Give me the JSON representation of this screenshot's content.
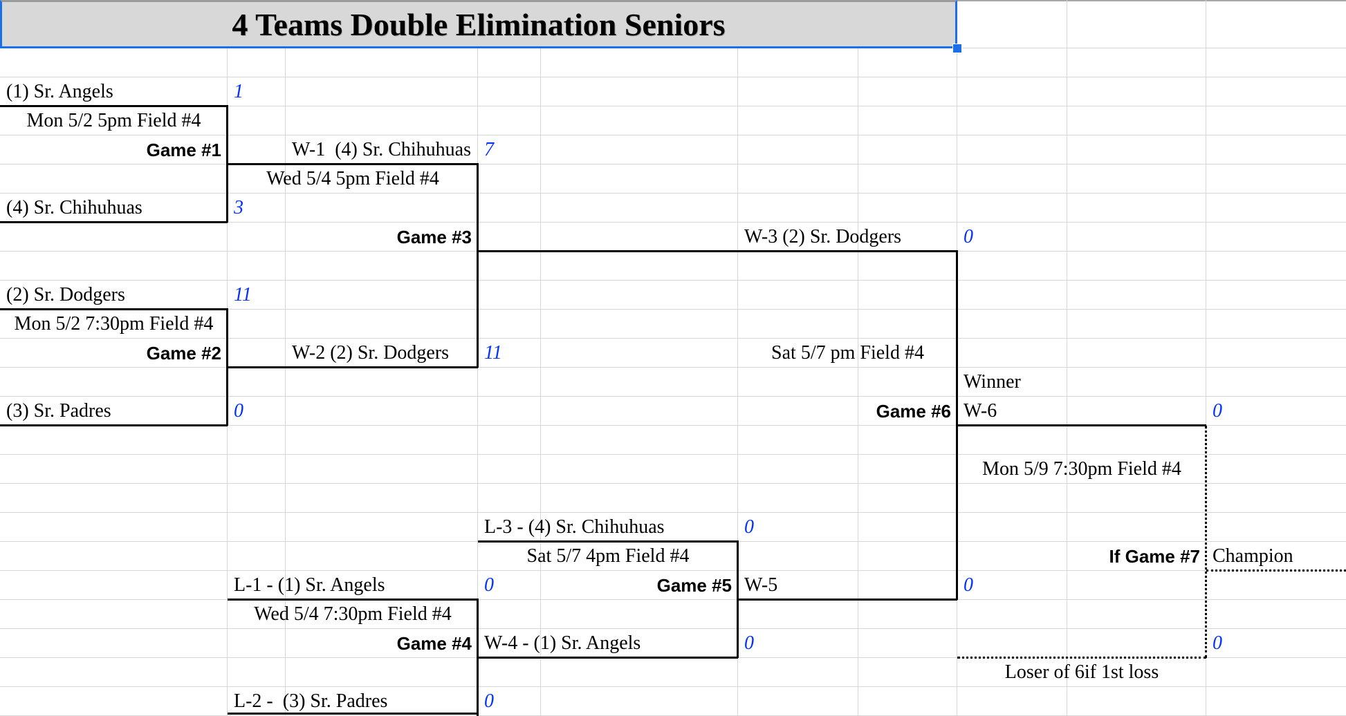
{
  "title": {
    "text": "4 Teams Double Elimination Seniors"
  },
  "colors": {
    "score_blue": "#0433ff",
    "selection_blue": "#1d6fe8",
    "title_background": "#d8d8d8",
    "gridline_gray": "#d6d6d6",
    "bracket_line_black": "#000000"
  },
  "sheet": {
    "cells": [
      {
        "name": "team-seed1-angels",
        "col": "A",
        "r": 2,
        "align": "left",
        "style": "team",
        "text": "(1) Sr. Angels"
      },
      {
        "name": "score-game1-angels",
        "col": "B",
        "r": 2,
        "align": "left",
        "style": "score",
        "text": "1"
      },
      {
        "name": "schedule-game1",
        "col": "A",
        "r": 3,
        "align": "center",
        "style": "schedule",
        "text": "Mon 5/2 5pm Field #4"
      },
      {
        "name": "label-game1",
        "col": "A",
        "r": 4,
        "align": "right",
        "style": "game",
        "text": "Game #1"
      },
      {
        "name": "result-w1",
        "col": "C",
        "r": 4,
        "align": "left",
        "style": "team",
        "text": "W-1  (4) Sr. Chihuhuas"
      },
      {
        "name": "score-game3-w1",
        "col": "D",
        "r": 4,
        "align": "left",
        "style": "score",
        "text": "7"
      },
      {
        "name": "schedule-game3",
        "col": "B",
        "colEnd": "C",
        "r": 5,
        "align": "center",
        "style": "schedule",
        "text": "Wed 5/4 5pm Field #4"
      },
      {
        "name": "team-seed4-chihuhuas",
        "col": "A",
        "r": 6,
        "align": "left",
        "style": "team",
        "text": "(4) Sr. Chihuhuas"
      },
      {
        "name": "score-game1-chihuhuas",
        "col": "B",
        "r": 6,
        "align": "left",
        "style": "score",
        "text": "3"
      },
      {
        "name": "label-game3",
        "col": "C",
        "r": 7,
        "align": "right",
        "style": "game",
        "text": "Game #3"
      },
      {
        "name": "result-w3",
        "col": "F",
        "r": 7,
        "align": "left",
        "style": "team",
        "text": "W-3 (2) Sr. Dodgers"
      },
      {
        "name": "score-game6-w3",
        "col": "H",
        "r": 7,
        "align": "left",
        "style": "score",
        "text": "0"
      },
      {
        "name": "team-seed2-dodgers",
        "col": "A",
        "r": 9,
        "align": "left",
        "style": "team",
        "text": "(2) Sr. Dodgers"
      },
      {
        "name": "score-game2-dodgers",
        "col": "B",
        "r": 9,
        "align": "left",
        "style": "score",
        "text": "11"
      },
      {
        "name": "schedule-game2",
        "col": "A",
        "r": 10,
        "align": "center",
        "style": "schedule",
        "text": "Mon 5/2 7:30pm Field #4"
      },
      {
        "name": "label-game2",
        "col": "A",
        "r": 11,
        "align": "right",
        "style": "game",
        "text": "Game #2"
      },
      {
        "name": "result-w2",
        "col": "C",
        "r": 11,
        "align": "left",
        "style": "team",
        "text": "W-2 (2) Sr. Dodgers"
      },
      {
        "name": "score-game3-w2",
        "col": "D",
        "r": 11,
        "align": "left",
        "style": "score",
        "text": "11"
      },
      {
        "name": "schedule-game6",
        "col": "F",
        "colEnd": "G",
        "r": 11,
        "align": "center",
        "style": "schedule",
        "text": "Sat 5/7 pm Field #4"
      },
      {
        "name": "winner-label",
        "col": "H",
        "r": 12,
        "align": "left",
        "style": "team",
        "text": "Winner"
      },
      {
        "name": "team-seed3-padres",
        "col": "A",
        "r": 13,
        "align": "left",
        "style": "team",
        "text": "(3) Sr. Padres"
      },
      {
        "name": "score-game2-padres",
        "col": "B",
        "r": 13,
        "align": "left",
        "style": "score",
        "text": "0"
      },
      {
        "name": "label-game6",
        "col": "G",
        "r": 13,
        "align": "right",
        "style": "game",
        "text": "Game #6"
      },
      {
        "name": "result-w6",
        "col": "H",
        "r": 13,
        "align": "left",
        "style": "team",
        "text": "W-6"
      },
      {
        "name": "score-game7-w6",
        "col": "J",
        "r": 13,
        "align": "left",
        "style": "score",
        "text": "0"
      },
      {
        "name": "schedule-game7",
        "col": "H",
        "colEnd": "I",
        "r": 15,
        "align": "center",
        "style": "schedule",
        "text": "Mon 5/9 7:30pm Field #4"
      },
      {
        "name": "result-l3",
        "col": "D",
        "colEnd": "E",
        "r": 17,
        "align": "left",
        "style": "team",
        "text": "L-3 - (4) Sr. Chihuhuas"
      },
      {
        "name": "score-game5-l3",
        "col": "F",
        "r": 17,
        "align": "left",
        "style": "score",
        "text": "0"
      },
      {
        "name": "schedule-game5",
        "col": "D",
        "colEnd": "E",
        "r": 18,
        "align": "center",
        "style": "schedule",
        "text": "Sat 5/7 4pm Field #4"
      },
      {
        "name": "label-if-game7",
        "col": "I",
        "r": 18,
        "align": "right",
        "style": "game",
        "text": "If Game #7"
      },
      {
        "name": "champion-label",
        "col": "J",
        "r": 18,
        "align": "left",
        "style": "team",
        "text": "Champion"
      },
      {
        "name": "result-l1",
        "col": "B",
        "colEnd": "C",
        "r": 19,
        "align": "left",
        "style": "team",
        "text": "L-1 - (1) Sr. Angels"
      },
      {
        "name": "score-game4-l1",
        "col": "D",
        "r": 19,
        "align": "left",
        "style": "score",
        "text": "0"
      },
      {
        "name": "label-game5",
        "col": "E",
        "r": 19,
        "align": "right",
        "style": "game",
        "text": "Game #5"
      },
      {
        "name": "result-w5",
        "col": "F",
        "r": 19,
        "align": "left",
        "style": "team",
        "text": "W-5"
      },
      {
        "name": "score-game6-w5",
        "col": "H",
        "r": 19,
        "align": "left",
        "style": "score",
        "text": "0"
      },
      {
        "name": "schedule-game4",
        "col": "B",
        "colEnd": "C",
        "r": 20,
        "align": "center",
        "style": "schedule",
        "text": "Wed 5/4 7:30pm Field #4"
      },
      {
        "name": "label-game4",
        "col": "C",
        "r": 21,
        "align": "right",
        "style": "game",
        "text": "Game #4"
      },
      {
        "name": "result-w4",
        "col": "D",
        "colEnd": "E",
        "r": 21,
        "align": "left",
        "style": "team",
        "text": "W-4 - (1) Sr. Angels"
      },
      {
        "name": "score-game5-w4",
        "col": "F",
        "r": 21,
        "align": "left",
        "style": "score",
        "text": "0"
      },
      {
        "name": "score-game7-if",
        "col": "J",
        "r": 21,
        "align": "left",
        "style": "score",
        "text": "0"
      },
      {
        "name": "loser-of-6-note",
        "col": "H",
        "colEnd": "I",
        "r": 22,
        "align": "center",
        "style": "team",
        "text": "Loser of 6if 1st loss"
      },
      {
        "name": "result-l2",
        "col": "B",
        "colEnd": "C",
        "r": 23,
        "align": "left",
        "style": "team",
        "text": "L-2 -  (3) Sr. Padres"
      },
      {
        "name": "score-game4-l2",
        "col": "D",
        "r": 23,
        "align": "left",
        "style": "score",
        "text": "0"
      }
    ]
  }
}
